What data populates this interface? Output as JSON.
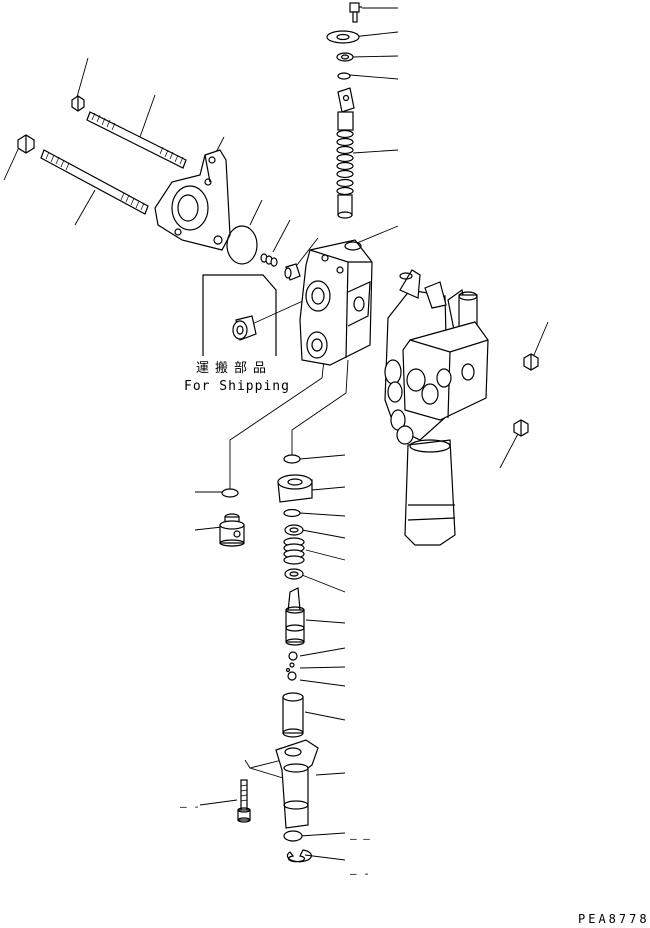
{
  "labels": {
    "shipping_jp": "運搬部品",
    "shipping_en": "For Shipping",
    "drawing_code": "PEA8778"
  },
  "dash_marks": {
    "left": "–  -",
    "lower_1": "–  –",
    "lower_2": "–  -"
  }
}
